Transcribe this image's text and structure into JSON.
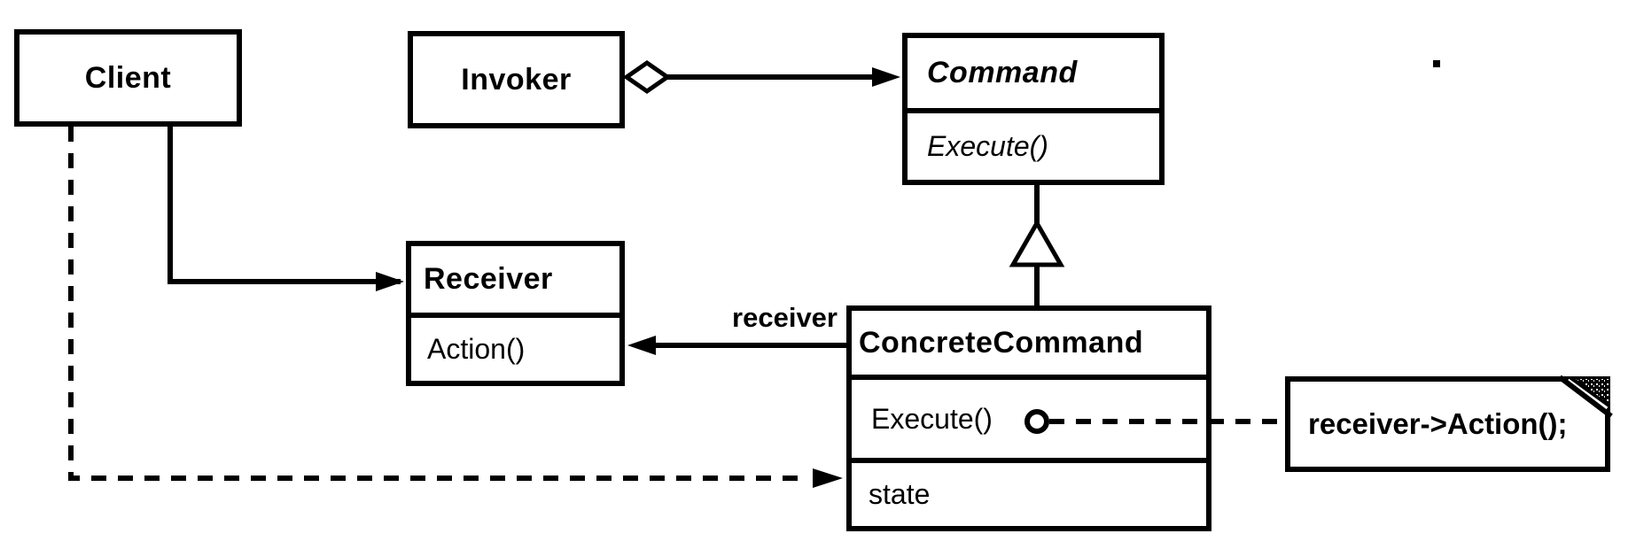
{
  "colors": {
    "ink": "#000000",
    "paper": "#ffffff"
  },
  "diagram": {
    "classes": {
      "client": {
        "name": "Client"
      },
      "invoker": {
        "name": "Invoker"
      },
      "command": {
        "name": "Command",
        "methods": [
          "Execute()"
        ]
      },
      "receiver": {
        "name": "Receiver",
        "methods": [
          "Action()"
        ]
      },
      "concrete_command": {
        "name": "ConcreteCommand",
        "methods": [
          "Execute()"
        ],
        "attributes": [
          "state"
        ]
      }
    },
    "edge_labels": {
      "receiver_role": "receiver"
    },
    "note": {
      "code": "receiver->Action();"
    }
  }
}
